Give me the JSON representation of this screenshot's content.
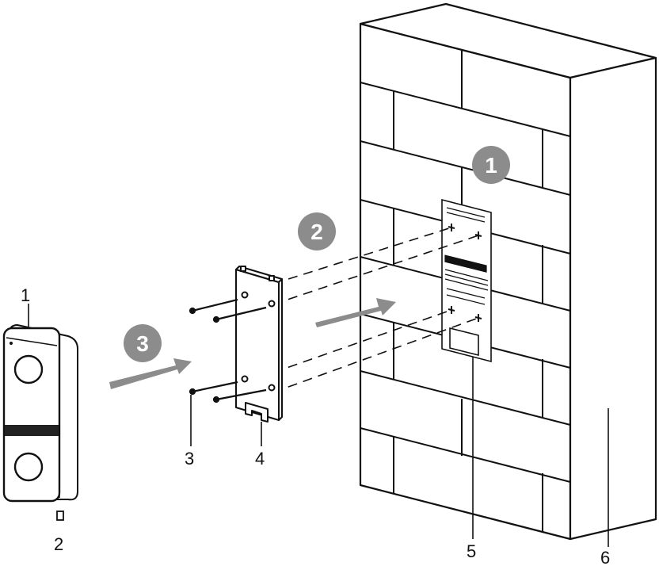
{
  "figure": {
    "colors": {
      "line": "#111111",
      "step_badge": "#8c8c8c",
      "arrow": "#8c8c8c",
      "background": "#ffffff"
    },
    "steps": [
      {
        "id": "step-1",
        "label": "1"
      },
      {
        "id": "step-2",
        "label": "2"
      },
      {
        "id": "step-3",
        "label": "3"
      }
    ],
    "callouts": [
      {
        "id": "callout-1",
        "label": "1",
        "part": "doorbell-unit"
      },
      {
        "id": "callout-2",
        "label": "2",
        "part": "small-part"
      },
      {
        "id": "callout-3",
        "label": "3",
        "part": "screws"
      },
      {
        "id": "callout-4",
        "label": "4",
        "part": "mounting-plate"
      },
      {
        "id": "callout-5",
        "label": "5",
        "part": "drilling-template"
      },
      {
        "id": "callout-6",
        "label": "6",
        "part": "wall"
      }
    ]
  }
}
